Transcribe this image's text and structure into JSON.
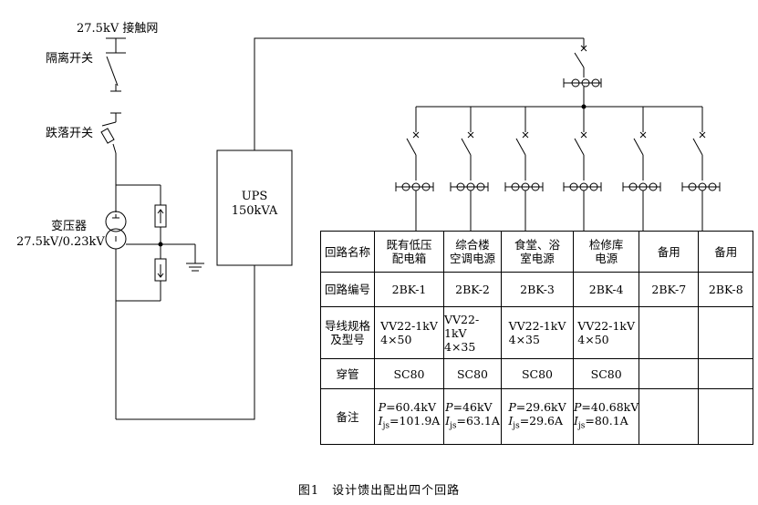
{
  "labels": {
    "catenary": "27.5kV 接触网",
    "isolator": "隔离开关",
    "drop_out": "跌落开关",
    "transformer_name": "变压器",
    "transformer_rating": "27.5kV/0.23kV",
    "ups_name": "UPS",
    "ups_rating": "150kVA"
  },
  "table": {
    "row_headers": [
      "回路名称",
      "回路编号",
      "导线规格及型号",
      "穿管",
      "备注"
    ],
    "row_header_lines": [
      [
        "回路名称"
      ],
      [
        "回路编号"
      ],
      [
        "导线规格",
        "及型号"
      ],
      [
        "穿管"
      ],
      [
        "备注"
      ]
    ],
    "columns": [
      {
        "name": [
          "既有低压",
          "配电箱"
        ],
        "code": "2BK-1",
        "cable": [
          "VV22-1kV",
          "4×50"
        ],
        "conduit": "SC80",
        "P": "=60.4kV",
        "I": "=101.9A"
      },
      {
        "name": [
          "综合楼",
          "空调电源"
        ],
        "code": "2BK-2",
        "cable": [
          "VV22-1kV",
          "4×35"
        ],
        "conduit": "SC80",
        "P": "=46kV",
        "I": "=63.1A"
      },
      {
        "name": [
          "食堂、浴",
          "室电源"
        ],
        "code": "2BK-3",
        "cable": [
          "VV22-1kV",
          "4×35"
        ],
        "conduit": "SC80",
        "P": "=29.6kV",
        "I": "=29.6A"
      },
      {
        "name": [
          "检修库",
          "电源"
        ],
        "code": "2BK-4",
        "cable": [
          "VV22-1kV",
          "4×50"
        ],
        "conduit": "SC80",
        "P": "=40.68kV",
        "I": "=80.1A"
      },
      {
        "name": [
          "备用"
        ],
        "code": "2BK-7",
        "cable": [],
        "conduit": "",
        "P": "",
        "I": ""
      },
      {
        "name": [
          "备用"
        ],
        "code": "2BK-8",
        "cable": [],
        "conduit": "",
        "P": "",
        "I": ""
      }
    ],
    "p_symbol": "P",
    "i_symbol": "I",
    "i_subscript": "js"
  },
  "caption": "图1　设计馈出配出四个回路"
}
